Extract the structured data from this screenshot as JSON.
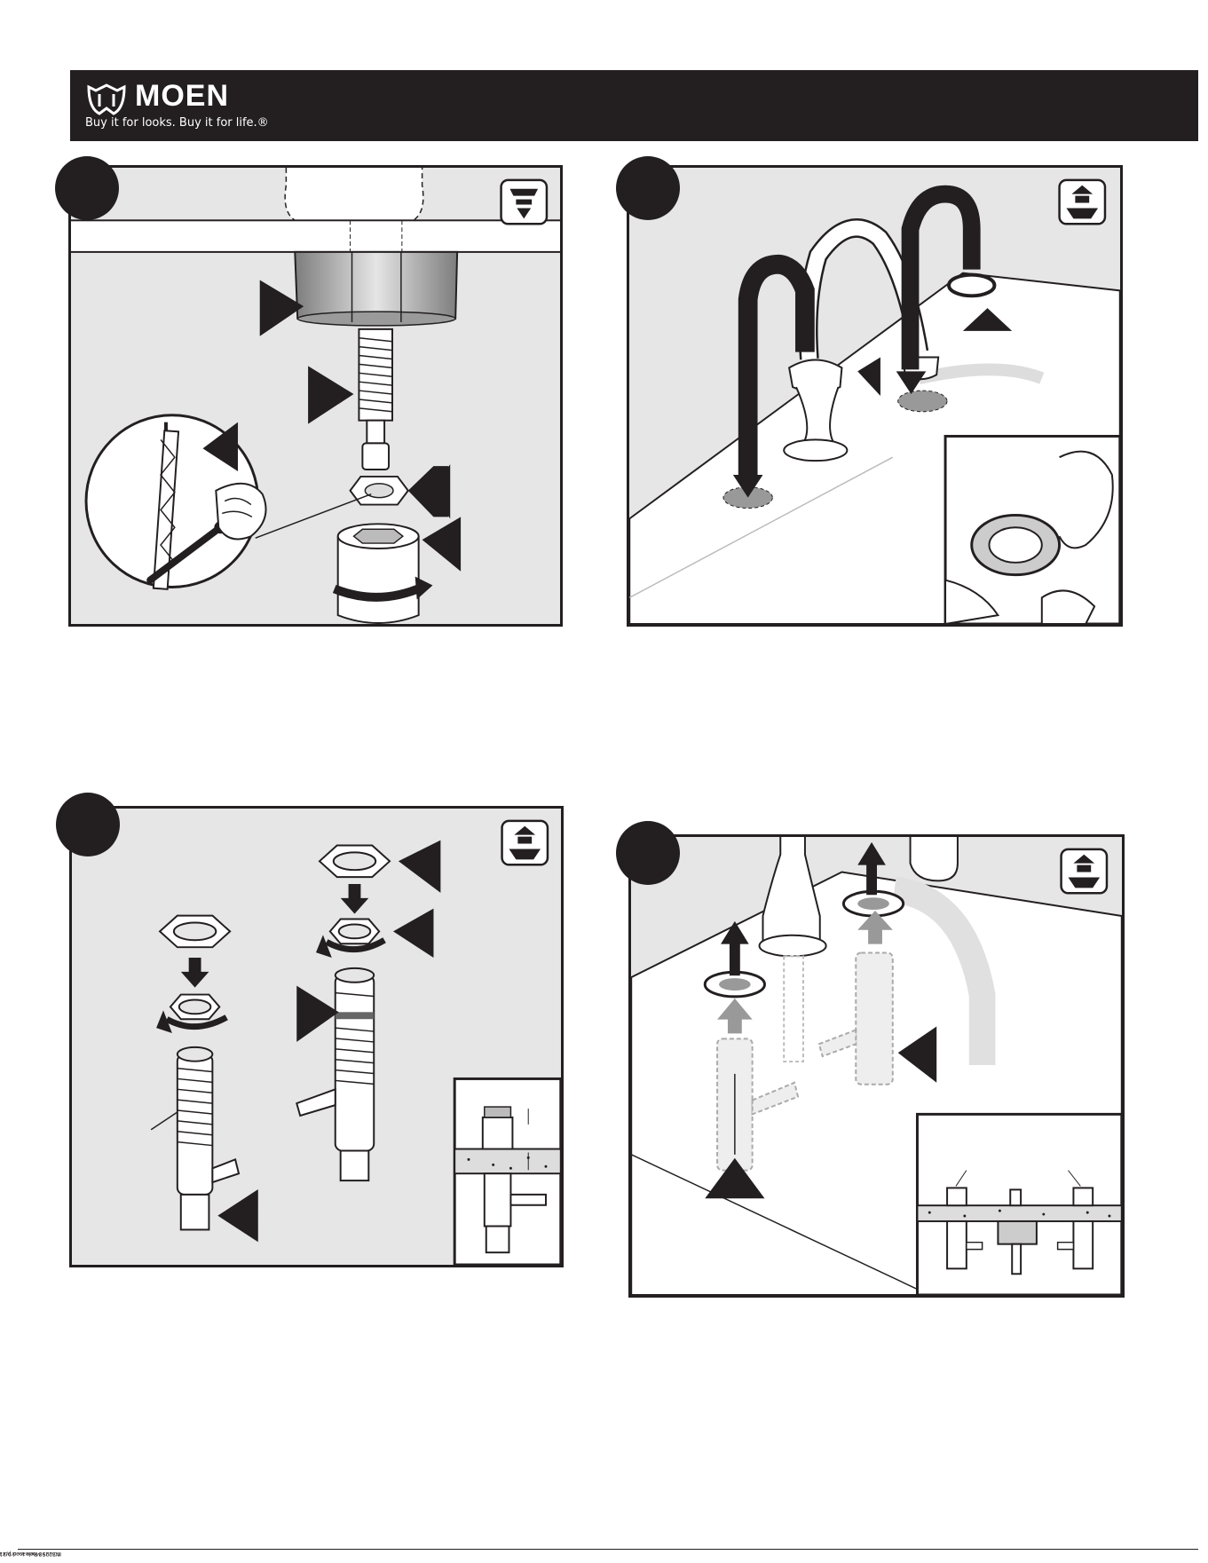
{
  "header": {
    "brand": "MOEN",
    "tagline": "Buy it for looks. Buy it for life.®",
    "logo_icon": "moen-logo-icon"
  },
  "steps": [
    {
      "id": 1,
      "badge": "",
      "mode_icon": "under-sink-install-icon"
    },
    {
      "id": 2,
      "badge": "",
      "mode_icon": "above-deck-install-icon"
    },
    {
      "id": 3,
      "badge": "",
      "mode_icon": "above-deck-install-icon"
    },
    {
      "id": 4,
      "badge": "",
      "mode_icon": "above-deck-install-icon"
    }
  ],
  "footer": {
    "doc_code_line1": "©2009 Moen Incorporated",
    "doc_code_line2": "INS2258  Released 9/11"
  },
  "colors": {
    "header_bg": "#231f20",
    "panel_bg": "#e6e6e6",
    "ink": "#231f20"
  }
}
